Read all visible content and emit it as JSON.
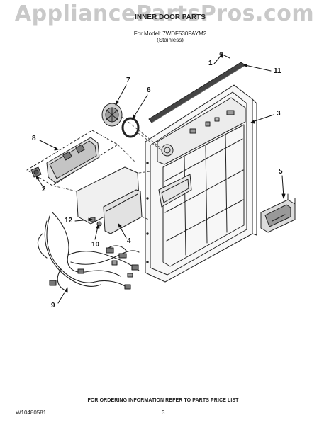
{
  "watermark": "AppliancePartsPros.com",
  "header": {
    "title": "INNER DOOR PARTS",
    "subtitle": "For Model: 7WDF530PAYM2",
    "model_variant": "(Stainless)"
  },
  "callouts": [
    "1",
    "2",
    "3",
    "4",
    "5",
    "6",
    "7",
    "8",
    "9",
    "10",
    "11",
    "12"
  ],
  "footer": {
    "info": "FOR ORDERING INFORMATION REFER TO PARTS PRICE LIST",
    "doc_number": "W10480581",
    "page_number": "3"
  }
}
